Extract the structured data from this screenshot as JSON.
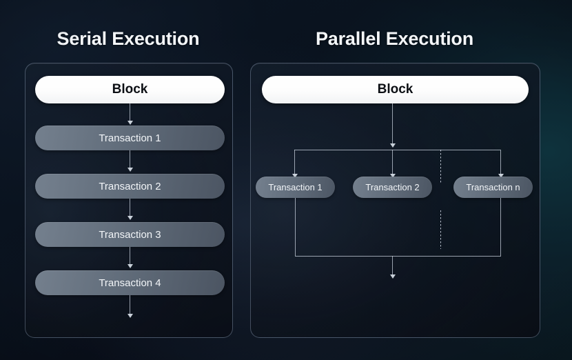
{
  "diagram": {
    "background_color": "#0b1420",
    "accent_line_color": "#d0d8e4"
  },
  "panels": [
    {
      "id": "serial",
      "title": "Serial Execution",
      "block_label": "Block",
      "transactions": [
        "Transaction 1",
        "Transaction 2",
        "Transaction 3",
        "Transaction 4"
      ],
      "flow": "sequential"
    },
    {
      "id": "parallel",
      "title": "Parallel Execution",
      "block_label": "Block",
      "transactions": [
        "Transaction 1",
        "Transaction 2",
        "Transaction n"
      ],
      "ellipsis_marker": "dotted-vertical-line",
      "flow": "fan-out-fan-in"
    }
  ]
}
